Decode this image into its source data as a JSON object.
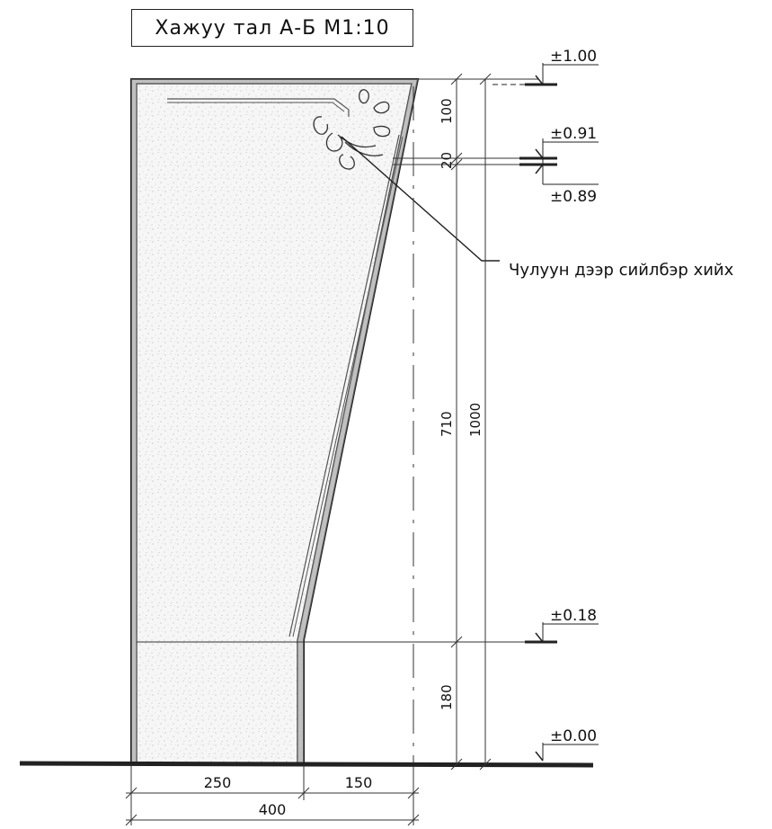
{
  "title": "Хажуу тал А-Б М1:10",
  "annotation": "Чулуун дээр сийлбэр хийх",
  "levels": {
    "top": "±1.00",
    "slot_top": "±0.91",
    "slot_bottom": "±0.89",
    "base_break": "±0.18",
    "ground": "±0.00"
  },
  "dimensions": {
    "top_band": "100",
    "slot": "20",
    "slope": "710",
    "base": "180",
    "total_height": "1000",
    "width_left": "250",
    "width_right": "150",
    "width_total": "400"
  }
}
